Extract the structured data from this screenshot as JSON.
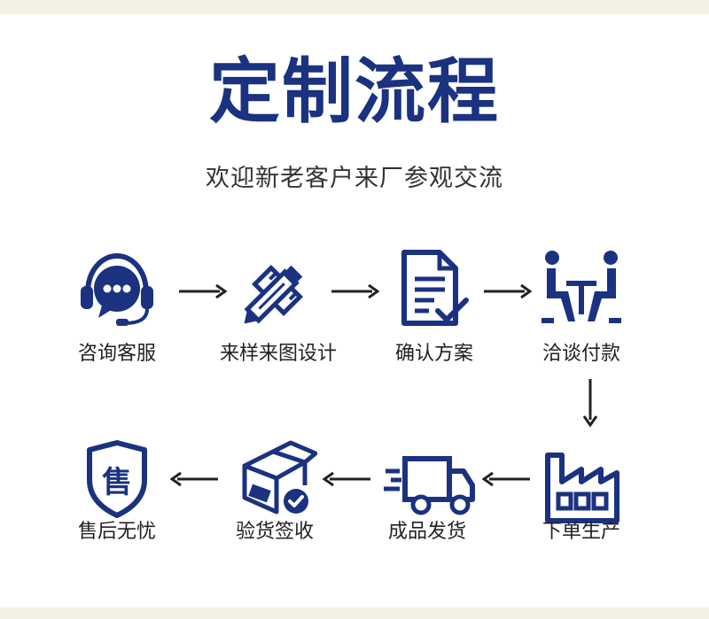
{
  "title": "定制流程",
  "subtitle": "欢迎新老客户来厂参观交流",
  "colors": {
    "primary": "#1a3280",
    "page_background": "#f5f0e6",
    "arrow": "#222222"
  },
  "steps": [
    {
      "label": "咨询客服",
      "icon": "customer-service-headset-icon"
    },
    {
      "label": "来样来图设计",
      "icon": "pencil-ruler-design-icon"
    },
    {
      "label": "确认方案",
      "icon": "document-check-icon"
    },
    {
      "label": "洽谈付款",
      "icon": "negotiation-table-icon"
    },
    {
      "label": "下单生产",
      "icon": "factory-icon"
    },
    {
      "label": "成品发货",
      "icon": "delivery-truck-icon"
    },
    {
      "label": "验货签收",
      "icon": "package-check-icon"
    },
    {
      "label": "售后无忧",
      "icon": "after-sales-shield-icon"
    }
  ],
  "shield_text": "售"
}
